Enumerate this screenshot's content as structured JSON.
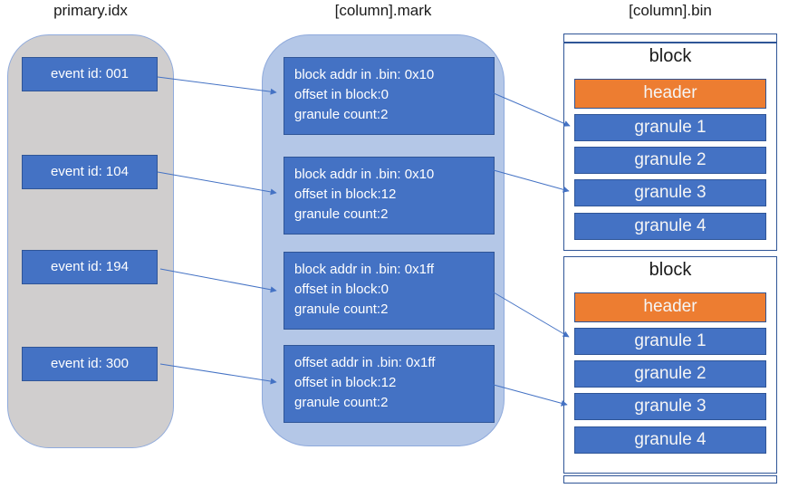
{
  "idx": {
    "title": "primary.idx",
    "items": [
      {
        "label": "event id: 001"
      },
      {
        "label": "event id: 104"
      },
      {
        "label": "event id: 194"
      },
      {
        "label": "event id: 300"
      }
    ]
  },
  "mark": {
    "title": "[column].mark",
    "items": [
      {
        "lines": [
          "block addr in .bin: 0x10",
          "offset in block:0",
          "granule count:2"
        ]
      },
      {
        "lines": [
          "block addr in .bin: 0x10",
          "offset in block:12",
          "granule count:2"
        ]
      },
      {
        "lines": [
          "block addr in .bin: 0x1ff",
          "offset in block:0",
          "granule count:2"
        ]
      },
      {
        "lines": [
          "offset addr in .bin: 0x1ff",
          "offset in block:12",
          "granule count:2"
        ]
      }
    ]
  },
  "bin": {
    "title": "[column].bin",
    "blocks": [
      {
        "label": "block",
        "header": "header",
        "granules": [
          "granule 1",
          "granule 2",
          "granule 3",
          "granule 4"
        ]
      },
      {
        "label": "block",
        "header": "header",
        "granules": [
          "granule 1",
          "granule 2",
          "granule 3",
          "granule 4"
        ]
      }
    ]
  },
  "arrows": [
    {
      "from": "event id: 001",
      "to": "mark entry 1"
    },
    {
      "from": "event id: 104",
      "to": "mark entry 2"
    },
    {
      "from": "event id: 194",
      "to": "mark entry 3"
    },
    {
      "from": "event id: 300",
      "to": "mark entry 4"
    },
    {
      "from": "mark entry 1",
      "to": "block 1 granule 1"
    },
    {
      "from": "mark entry 2",
      "to": "block 1 granule 3"
    },
    {
      "from": "mark entry 3",
      "to": "block 2 granule 1"
    },
    {
      "from": "mark entry 4",
      "to": "block 2 granule 3"
    }
  ],
  "colors": {
    "box_blue": "#4472C4",
    "box_blue_border": "#2F5597",
    "panel_gray": "#D0CECE",
    "panel_blue": "#B4C7E7",
    "panel_border_blue": "#8FAADC",
    "header_orange": "#ED7D31",
    "arrow_blue": "#4472C4"
  }
}
